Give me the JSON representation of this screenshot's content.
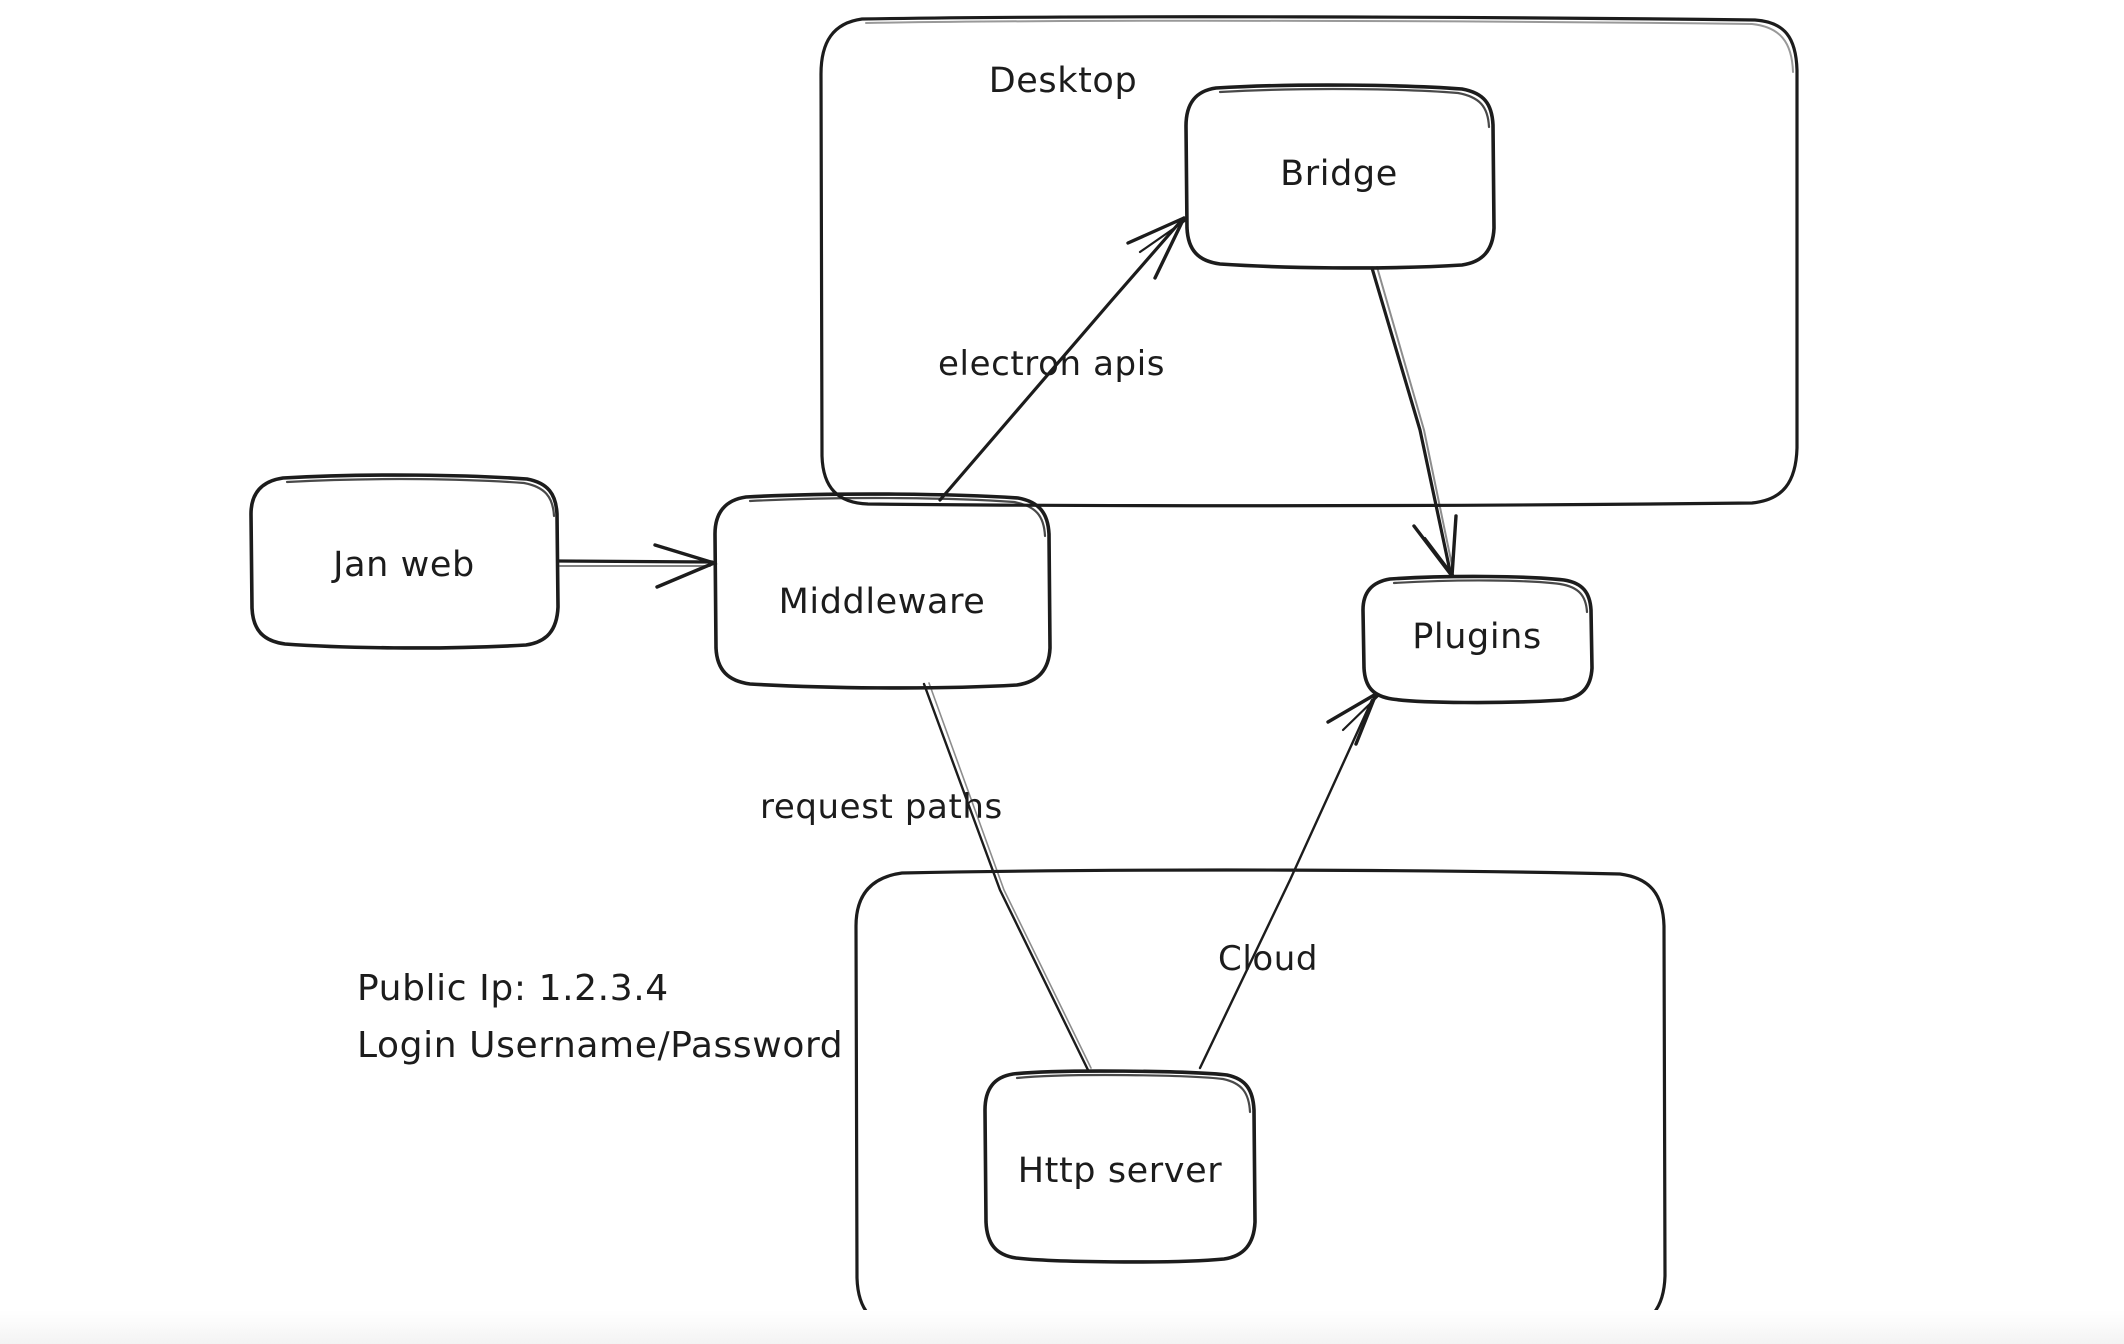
{
  "diagram": {
    "title": "Jan architecture sketch",
    "style": "hand-drawn whiteboard",
    "background_color": "#ffffff",
    "stroke_color": "#1c1c1c",
    "containers": [
      {
        "id": "desktop",
        "label": "Desktop"
      },
      {
        "id": "cloud",
        "label": ""
      }
    ],
    "nodes": [
      {
        "id": "jan-web",
        "label": "Jan web"
      },
      {
        "id": "middleware",
        "label": "Middleware"
      },
      {
        "id": "bridge",
        "label": "Bridge"
      },
      {
        "id": "plugins",
        "label": "Plugins"
      },
      {
        "id": "http-server",
        "label": "Http server"
      }
    ],
    "edges": [
      {
        "id": "janweb-middleware",
        "from": "jan-web",
        "to": "middleware",
        "label": "",
        "arrow": true
      },
      {
        "id": "middleware-bridge",
        "from": "middleware",
        "to": "bridge",
        "label": "electron apis",
        "arrow": true
      },
      {
        "id": "bridge-plugins",
        "from": "bridge",
        "to": "plugins",
        "label": "",
        "arrow": true
      },
      {
        "id": "middleware-httpserver",
        "from": "middleware",
        "to": "http-server",
        "label": "request paths",
        "arrow": false
      },
      {
        "id": "httpserver-plugins",
        "from": "http-server",
        "to": "plugins",
        "label": "Cloud",
        "arrow": true
      }
    ],
    "edge_labels": {
      "electron_apis": "electron apis",
      "request_paths": "request paths",
      "cloud": "Cloud"
    },
    "notes": {
      "line1": "Public Ip: 1.2.3.4",
      "line2": "Login Username/Password"
    }
  }
}
